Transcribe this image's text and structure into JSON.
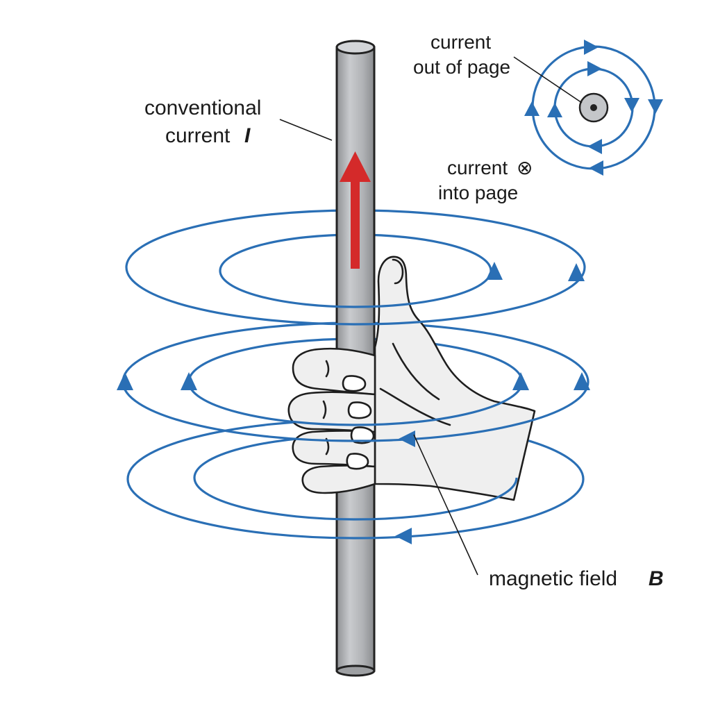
{
  "labels": {
    "conventional_current_line1": "conventional",
    "conventional_current_line2": "current",
    "current_symbol": "I",
    "magnetic_field_text": "magnetic field",
    "magnetic_field_symbol": "B",
    "current_out_line1": "current",
    "current_out_line2": "out of page",
    "current_into_line1": "current",
    "current_into_line2": "into page",
    "into_page_symbol": "⊗"
  },
  "colors": {
    "field_lines": "#2a6fb5",
    "current_arrow": "#d42a2a",
    "wire_fill": "#b4b6b9",
    "wire_outline": "#222222",
    "hand_fill": "#efefef",
    "hand_outline": "#1e1e1e"
  },
  "icons": {
    "current_arrow": "red-arrow-up-icon",
    "out_of_page": "dot-in-circle-icon",
    "into_page": "cross-in-circle-icon"
  }
}
